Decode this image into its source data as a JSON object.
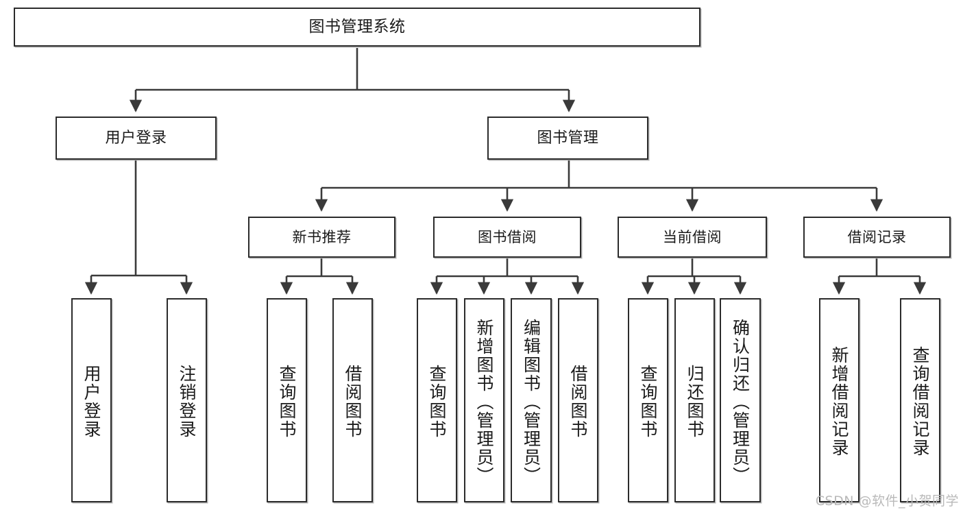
{
  "diagram": {
    "title": "图书管理系统",
    "type": "tree-hierarchy-chart",
    "orientation": "top-down",
    "style": {
      "box_fill": "#ffffff",
      "box_stroke": "#2b2b2b",
      "edge_color": "#3a3a3a",
      "background": "#ffffff",
      "watermark_color": "#b9b9b9"
    },
    "watermark": "CSDN @软件_小贺同学",
    "nodes": {
      "root": {
        "label": "图书管理系统"
      },
      "level2": [
        {
          "id": "user-login",
          "label": "用户登录"
        },
        {
          "id": "book-management",
          "label": "图书管理"
        }
      ],
      "level3": [
        {
          "id": "new-book-recommend",
          "label": "新书推荐"
        },
        {
          "id": "book-borrow",
          "label": "图书借阅"
        },
        {
          "id": "current-borrow",
          "label": "当前借阅"
        },
        {
          "id": "borrow-record",
          "label": "借阅记录"
        }
      ],
      "leaves": {
        "user_login": [
          {
            "id": "leaf-user-login",
            "label": "用户登录"
          },
          {
            "id": "leaf-logout-login",
            "label": "注销登录"
          }
        ],
        "new_book_recommend": [
          {
            "id": "leaf-query-book-1",
            "label": "查询图书"
          },
          {
            "id": "leaf-borrow-book-1",
            "label": "借阅图书"
          }
        ],
        "book_borrow": [
          {
            "id": "leaf-query-book-2",
            "label": "查询图书"
          },
          {
            "id": "leaf-add-book",
            "label": "新增图书（管理员）"
          },
          {
            "id": "leaf-edit-book",
            "label": "编辑图书（管理员）"
          },
          {
            "id": "leaf-borrow-book-2",
            "label": "借阅图书"
          }
        ],
        "current_borrow": [
          {
            "id": "leaf-query-book-3",
            "label": "查询图书"
          },
          {
            "id": "leaf-return-book",
            "label": "归还图书"
          },
          {
            "id": "leaf-confirm-return",
            "label": "确认归还（管理员）"
          }
        ],
        "borrow_record": [
          {
            "id": "leaf-add-record",
            "label": "新增借阅记录"
          },
          {
            "id": "leaf-query-record",
            "label": "查询借阅记录"
          }
        ]
      }
    }
  },
  "chart_data": {
    "type": "table",
    "title": "图书管理系统 功能结构图",
    "tree": [
      {
        "label": "图书管理系统",
        "children": [
          {
            "label": "用户登录",
            "children": [
              {
                "label": "用户登录"
              },
              {
                "label": "注销登录"
              }
            ]
          },
          {
            "label": "图书管理",
            "children": [
              {
                "label": "新书推荐",
                "children": [
                  {
                    "label": "查询图书"
                  },
                  {
                    "label": "借阅图书"
                  }
                ]
              },
              {
                "label": "图书借阅",
                "children": [
                  {
                    "label": "查询图书"
                  },
                  {
                    "label": "新增图书（管理员）"
                  },
                  {
                    "label": "编辑图书（管理员）"
                  },
                  {
                    "label": "借阅图书"
                  }
                ]
              },
              {
                "label": "当前借阅",
                "children": [
                  {
                    "label": "查询图书"
                  },
                  {
                    "label": "归还图书"
                  },
                  {
                    "label": "确认归还（管理员）"
                  }
                ]
              },
              {
                "label": "借阅记录",
                "children": [
                  {
                    "label": "新增借阅记录"
                  },
                  {
                    "label": "查询借阅记录"
                  }
                ]
              }
            ]
          }
        ]
      }
    ]
  }
}
